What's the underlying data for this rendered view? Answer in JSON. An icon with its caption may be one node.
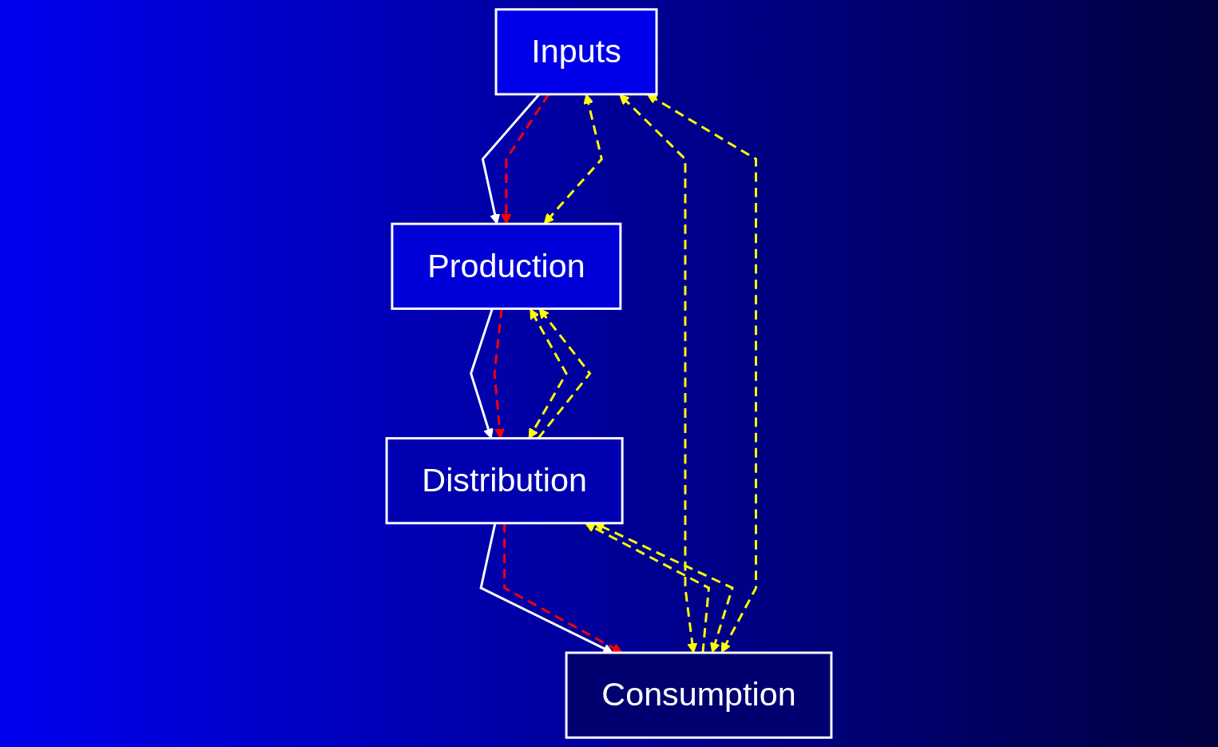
{
  "diagram": {
    "nodes": [
      {
        "text": [
          "Inputs"
        ]
      },
      {
        "text": [
          "Production"
        ]
      },
      {
        "text": [
          "Distribution"
        ]
      },
      {
        "text": [
          "Consumption"
        ]
      }
    ],
    "edges": [
      {
        "from": 0,
        "to": 1,
        "arrow": "to",
        "color": "#ffffff"
      },
      {
        "from": 1,
        "to": 2,
        "arrow": "to",
        "color": "#ffffff"
      },
      {
        "from": 2,
        "to": 3,
        "arrow": "to",
        "color": "#ffffff"
      },
      {
        "from": 0,
        "to": 1,
        "arrow": "to",
        "style": "dashed",
        "color": "#ff0000"
      },
      {
        "from": 1,
        "to": 0,
        "arrow": "both",
        "style": "dashed"
      },
      {
        "from": 1,
        "to": 2,
        "arrow": "to",
        "style": "dashed",
        "color": "#ff0000"
      },
      {
        "from": 2,
        "to": 1,
        "arrow": "to",
        "style": "dashed"
      },
      {
        "from": 1,
        "to": 2,
        "arrow": "both",
        "style": "dashed"
      },
      {
        "from": 2,
        "to": 3,
        "arrow": "to",
        "style": "dashed",
        "color": "#ff0000"
      },
      {
        "from": 3,
        "to": 2,
        "arrow": "to",
        "style": "dashed"
      },
      {
        "from": 3,
        "to": 2,
        "arrow": "both",
        "style": "dashed"
      },
      {
        "from": 0,
        "to": 3,
        "arrow": "both",
        "style": "dashed"
      },
      {
        "from": 3,
        "to": 0,
        "arrow": "both",
        "style": "dashed"
      }
    ]
  }
}
